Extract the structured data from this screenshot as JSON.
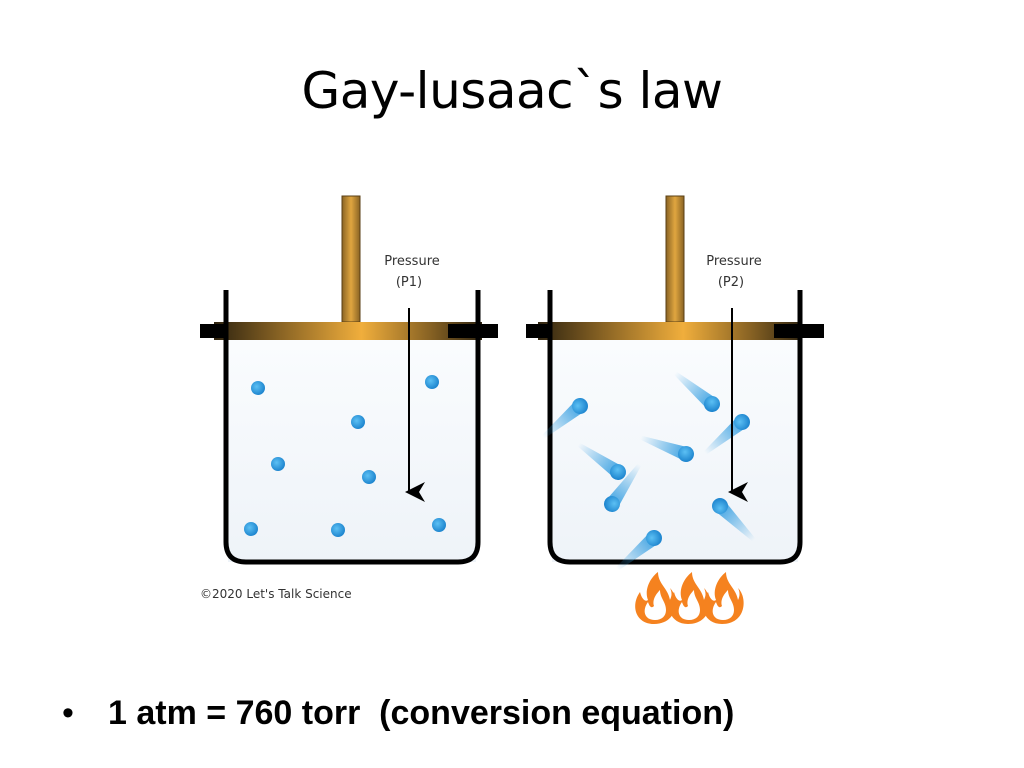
{
  "slide": {
    "title": "Gay-lusaac`s law"
  },
  "diagram": {
    "left_container": {
      "pressure_label": "Pressure",
      "pressure_symbol": "(P1)"
    },
    "right_container": {
      "pressure_label": "Pressure",
      "pressure_symbol": "(P2)"
    },
    "credit": "©2020 Let's Talk Science",
    "colors": {
      "piston_gold": "#e3a33a",
      "piston_dark": "#3a2a10",
      "particle_blue": "#2e9be0",
      "flame_orange": "#f5821f",
      "flame_yellow": "#ffd21f",
      "outline_black": "#000000"
    }
  },
  "bullets": [
    {
      "symbol": "•",
      "text": "1 atm = 760 torr  (conversion equation)"
    }
  ]
}
